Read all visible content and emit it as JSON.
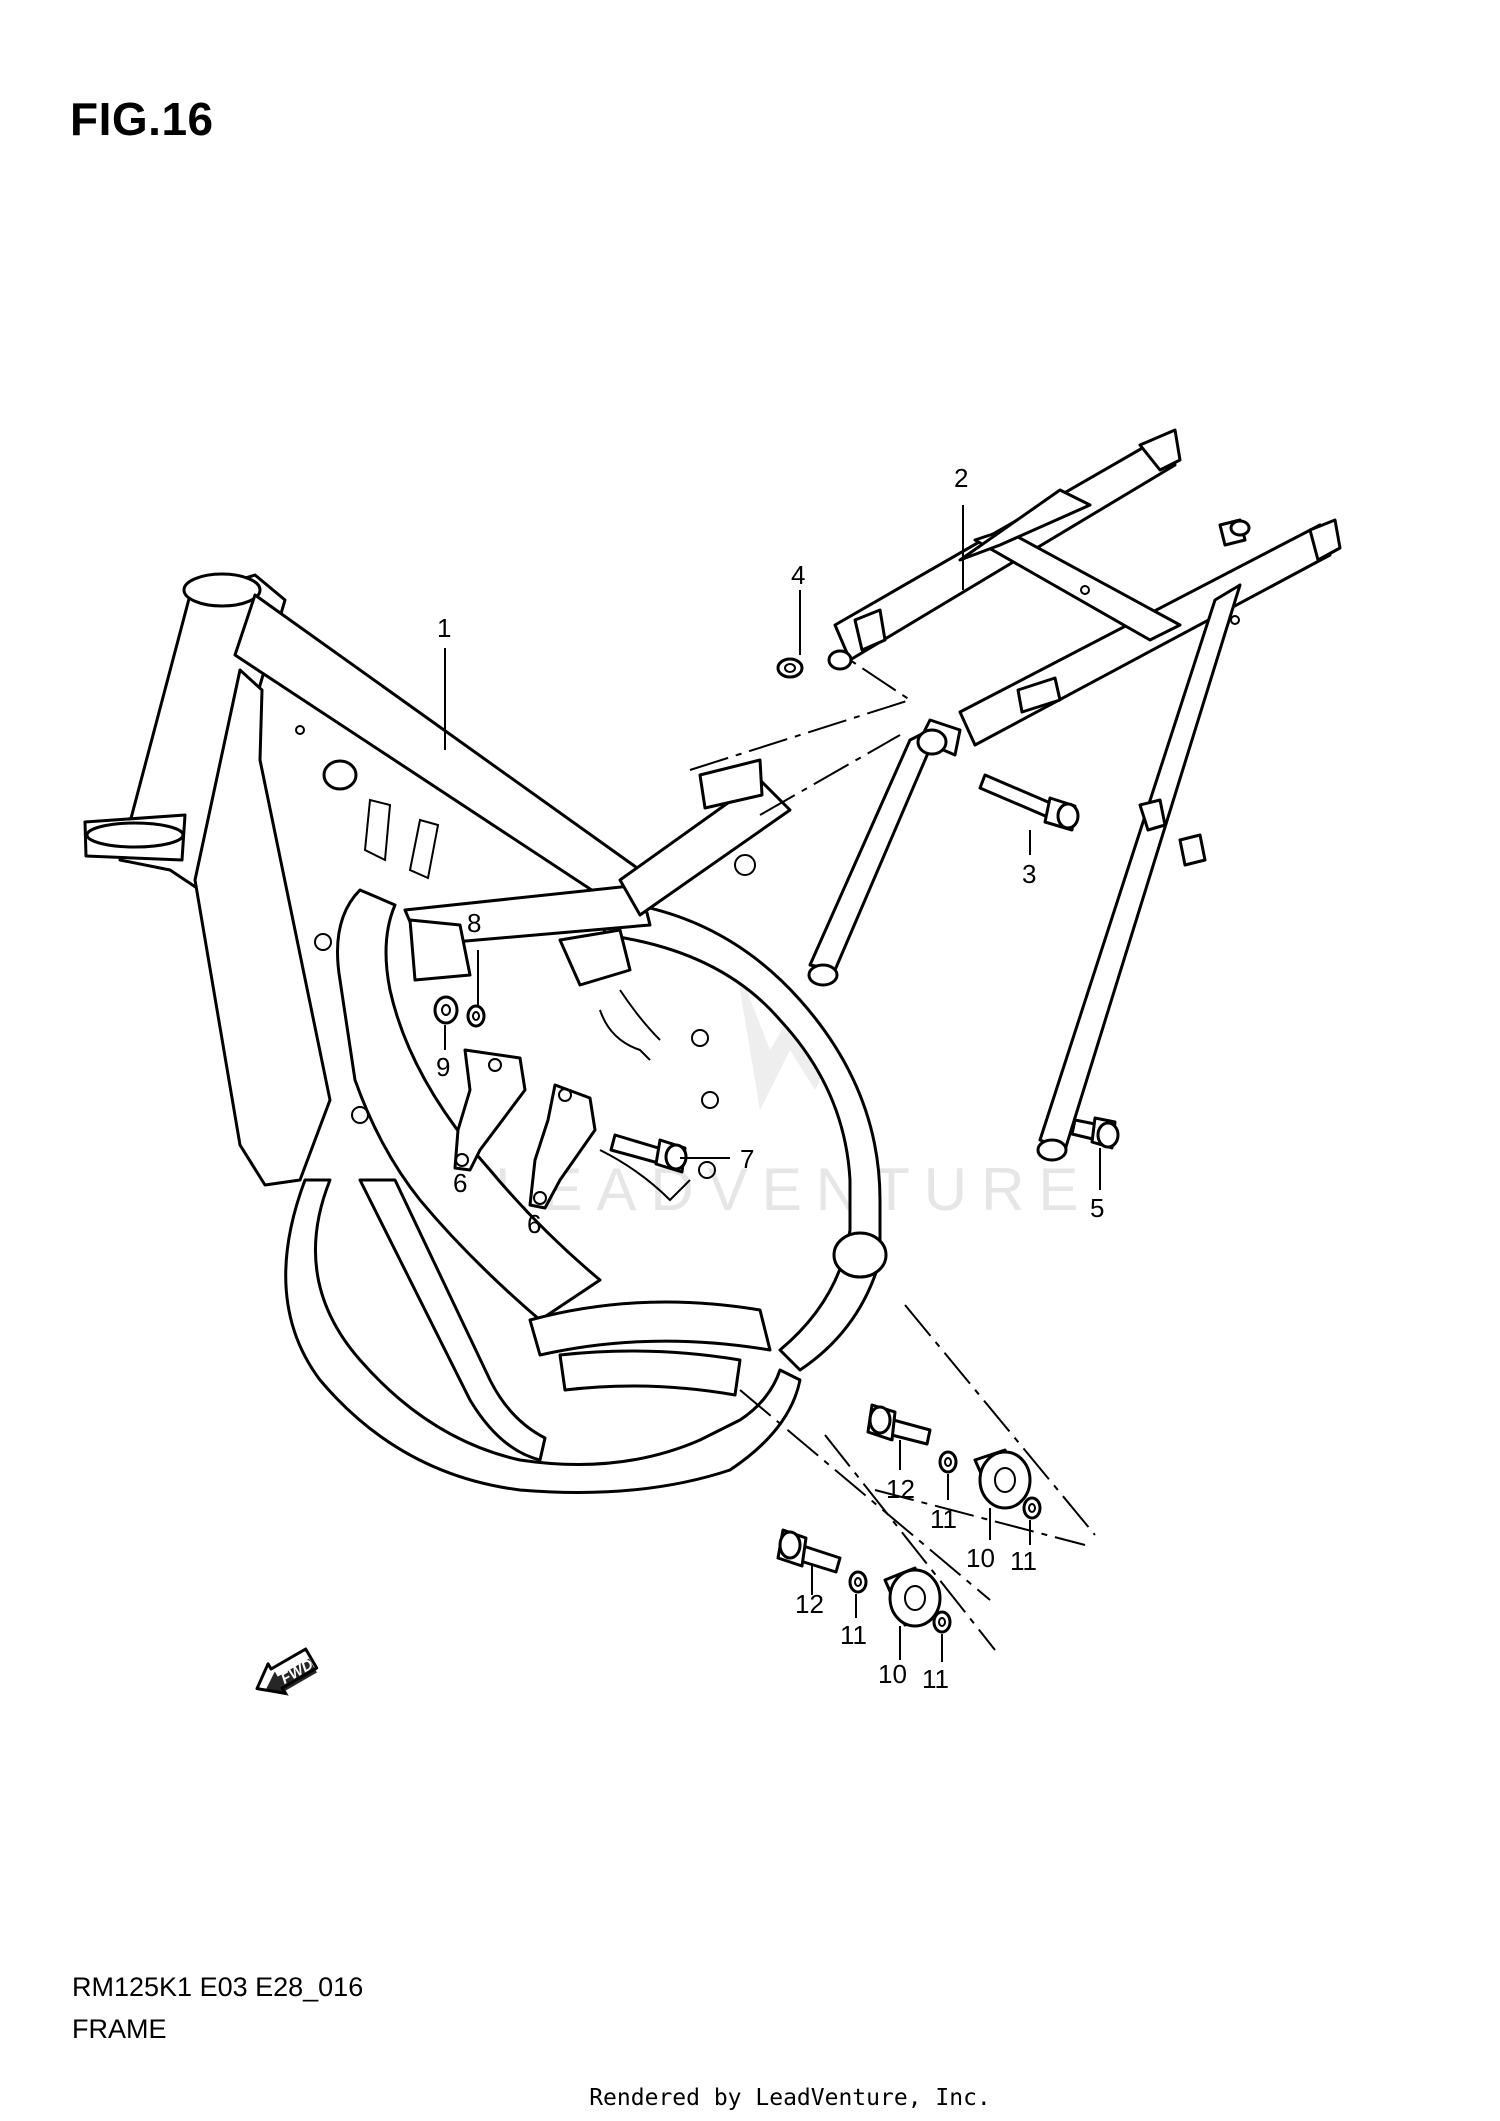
{
  "figure": {
    "title": "FIG.16"
  },
  "callouts": [
    {
      "id": "1",
      "label": "1"
    },
    {
      "id": "2",
      "label": "2"
    },
    {
      "id": "3",
      "label": "3"
    },
    {
      "id": "4",
      "label": "4"
    },
    {
      "id": "5",
      "label": "5"
    },
    {
      "id": "6a",
      "label": "6"
    },
    {
      "id": "6b",
      "label": "6"
    },
    {
      "id": "7",
      "label": "7"
    },
    {
      "id": "8",
      "label": "8"
    },
    {
      "id": "9",
      "label": "9"
    },
    {
      "id": "10a",
      "label": "10"
    },
    {
      "id": "10b",
      "label": "10"
    },
    {
      "id": "11a",
      "label": "11"
    },
    {
      "id": "11b",
      "label": "11"
    },
    {
      "id": "11c",
      "label": "11"
    },
    {
      "id": "11d",
      "label": "11"
    },
    {
      "id": "12a",
      "label": "12"
    },
    {
      "id": "12b",
      "label": "12"
    }
  ],
  "direction_badge": {
    "label": "FWD",
    "icon": "forward-arrow-icon"
  },
  "watermark": {
    "text": "LEADVENTURE",
    "color": "#e6e6e6"
  },
  "caption": {
    "model_code": "RM125K1 E03 E28_016",
    "section_name": "FRAME"
  },
  "footer": {
    "text": "Rendered by LeadVenture, Inc."
  }
}
